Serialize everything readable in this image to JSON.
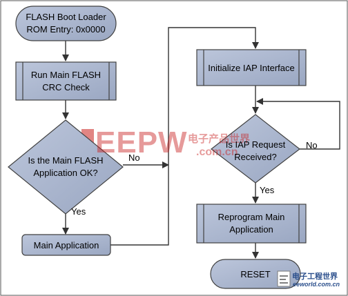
{
  "nodes": {
    "start_line1": "FLASH Boot Loader",
    "start_line2": "ROM Entry: 0x0000",
    "crc_line1": "Run Main FLASH",
    "crc_line2": "CRC Check",
    "decision1_line1": "Is the Main FLASH",
    "decision1_line2": "Application OK?",
    "main_app": "Main Application",
    "iap_init": "Initialize IAP Interface",
    "decision2_line1": "Is IAP Request",
    "decision2_line2": "Received?",
    "reprogram_line1": "Reprogram Main",
    "reprogram_line2": "Application",
    "reset": "RESET"
  },
  "edges": {
    "d1_no": "No",
    "d1_yes": "Yes",
    "d2_no": "No",
    "d2_yes": "Yes"
  },
  "watermark": {
    "logo": "EEPW",
    "cn": "电子产品世界",
    "com": ".com.cn",
    "corner_cn": "电子工程世界",
    "corner_url": "eeworld.com.cn"
  },
  "colors": {
    "fill": "#a7b3cc",
    "stroke": "#404040",
    "watermark": "#c8201e"
  }
}
